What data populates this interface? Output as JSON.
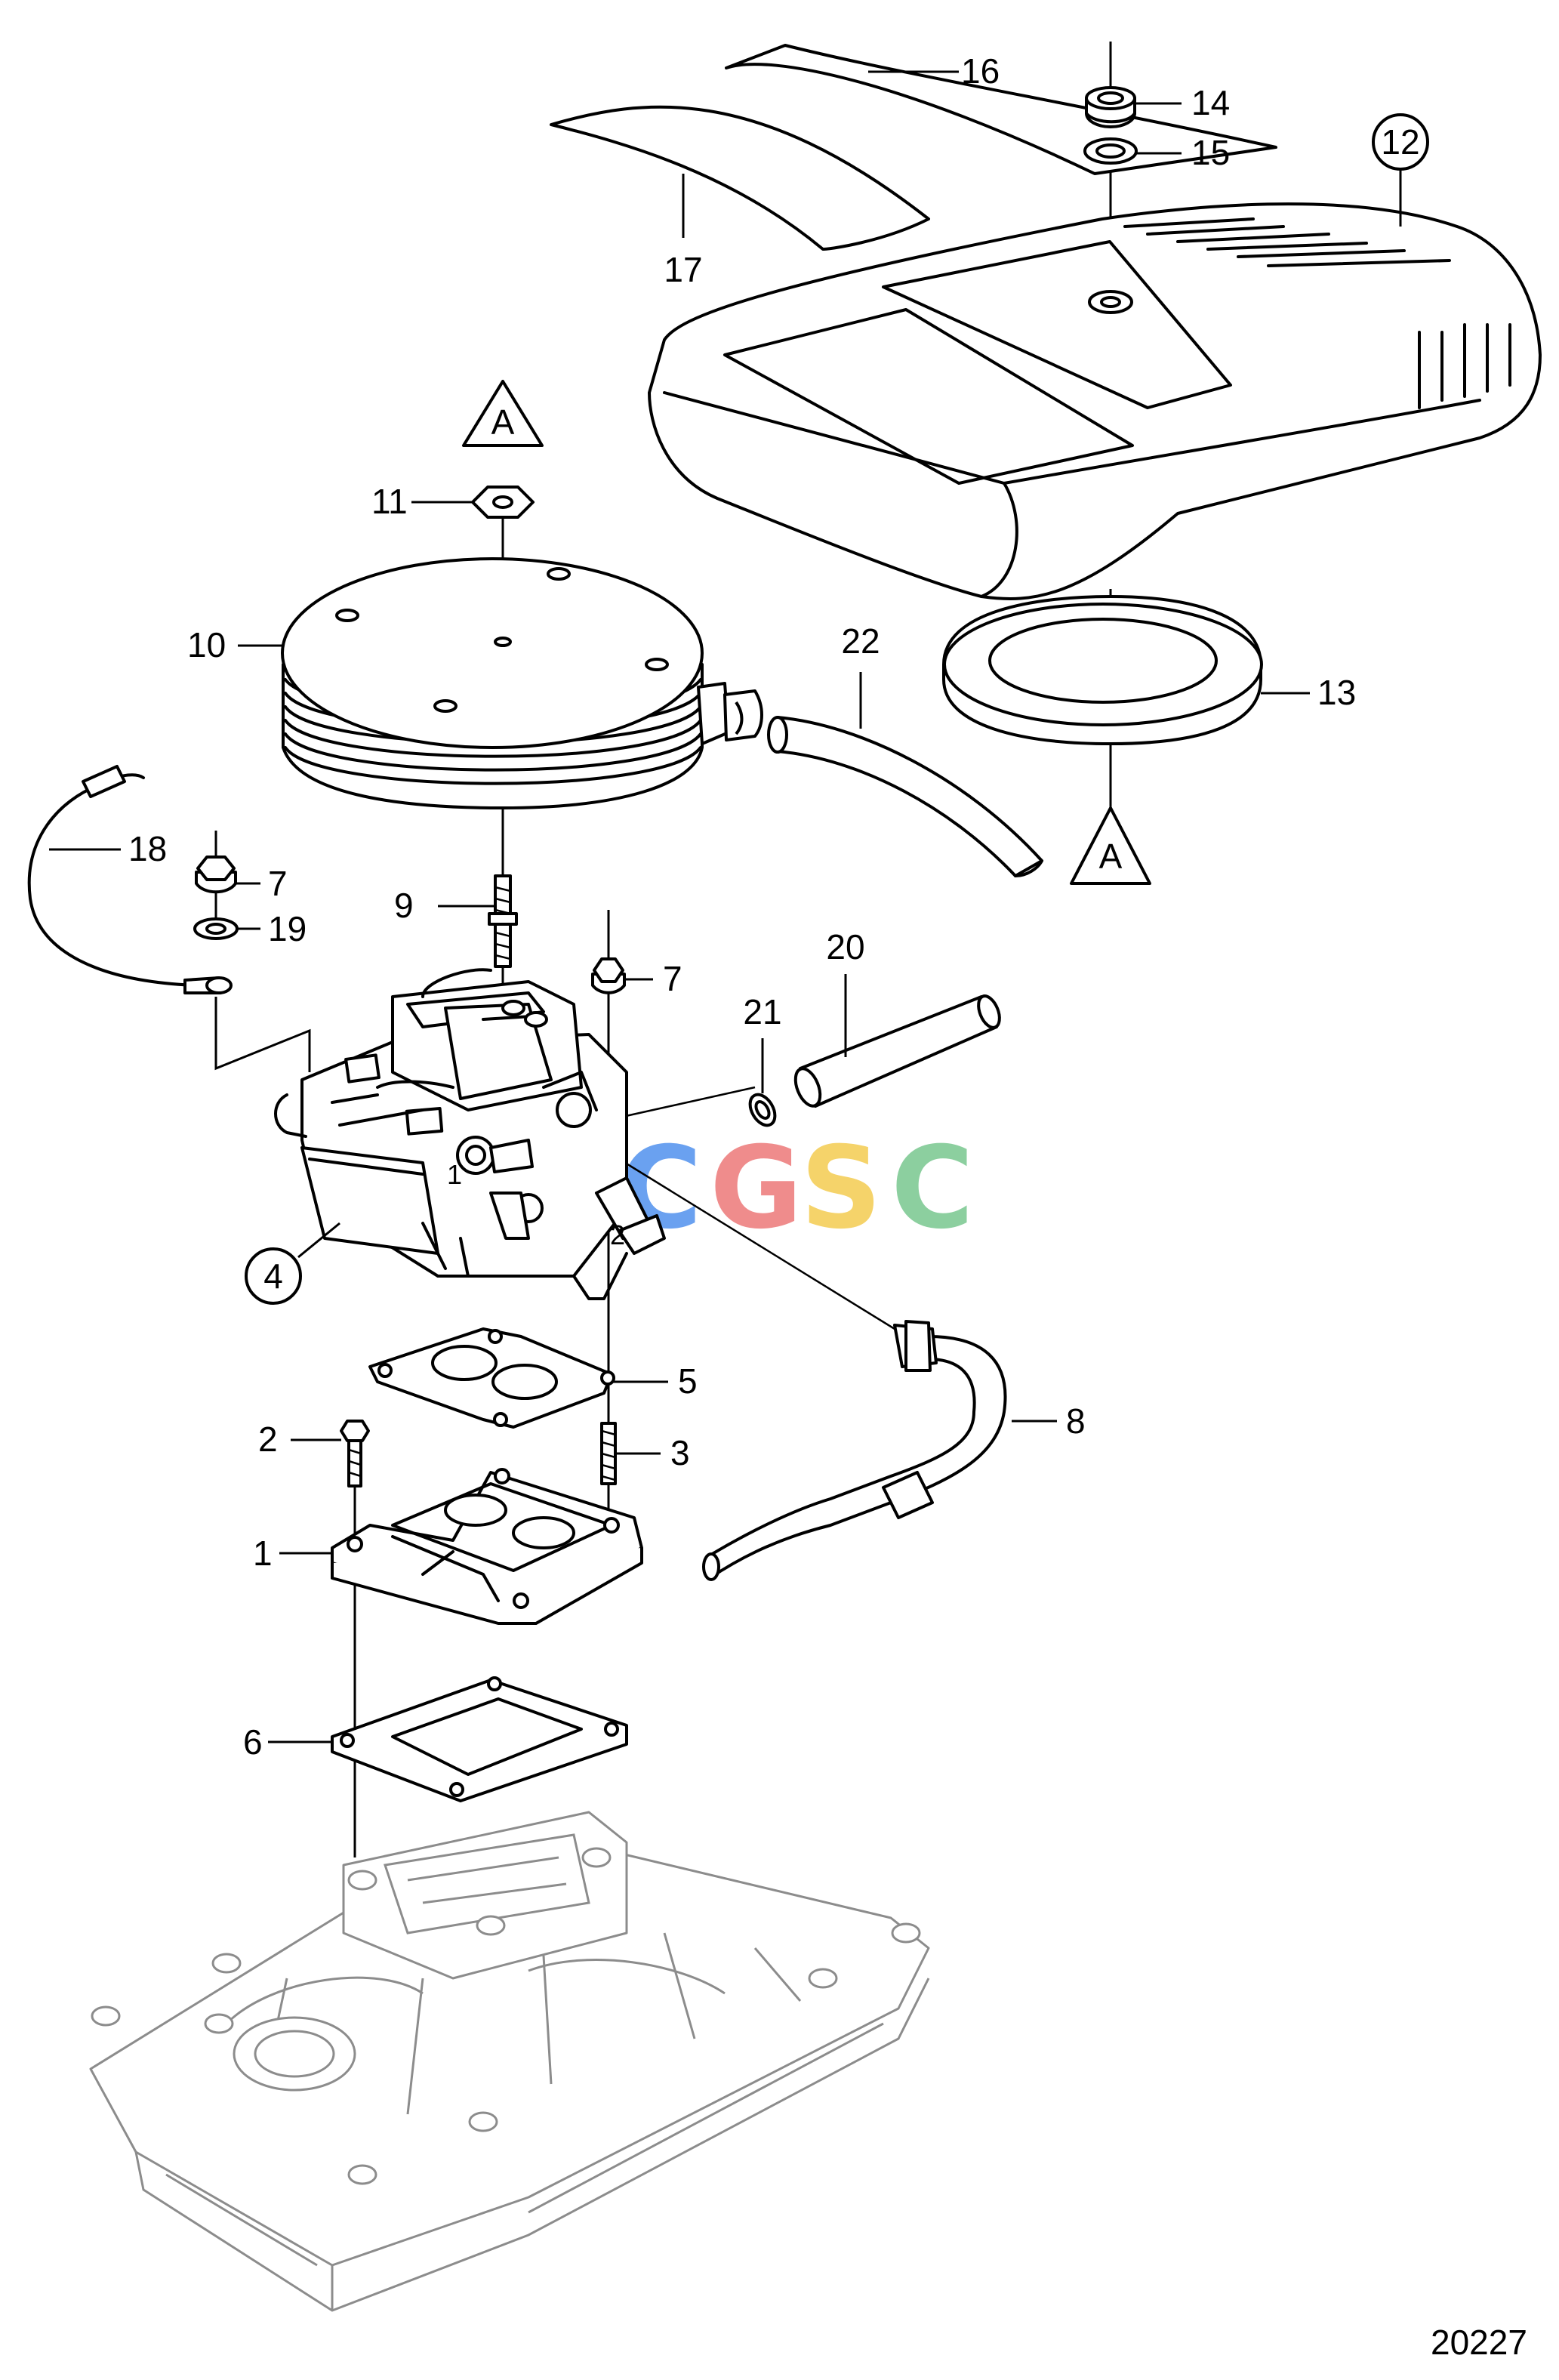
{
  "diagram": {
    "drawing_number": "20227",
    "watermark": {
      "letters": [
        "C",
        "G",
        "S",
        "C"
      ],
      "colors": [
        "#6aa1f0",
        "#ef8c8c",
        "#f5d36a",
        "#8ccf9f"
      ]
    },
    "callouts": [
      "1",
      "2",
      "3",
      "4",
      "5",
      "6",
      "7",
      "7",
      "8",
      "9",
      "10",
      "11",
      "12",
      "13",
      "14",
      "15",
      "16",
      "17",
      "18",
      "19",
      "20",
      "21",
      "22"
    ],
    "reference_marker": "A",
    "part_numbers": {
      "p1": "1",
      "p2": "2",
      "p3": "3",
      "p4": "4",
      "p5": "5",
      "p6": "6",
      "p7a": "7",
      "p7b": "7",
      "p8": "8",
      "p9": "9",
      "p10": "10",
      "p11": "11",
      "p12": "12",
      "p13": "13",
      "p14": "14",
      "p15": "15",
      "p16": "16",
      "p17": "17",
      "p18": "18",
      "p19": "19",
      "p20": "20",
      "p21": "21",
      "p22": "22"
    },
    "carb_marks": {
      "m1": "1",
      "m2": "2"
    }
  }
}
